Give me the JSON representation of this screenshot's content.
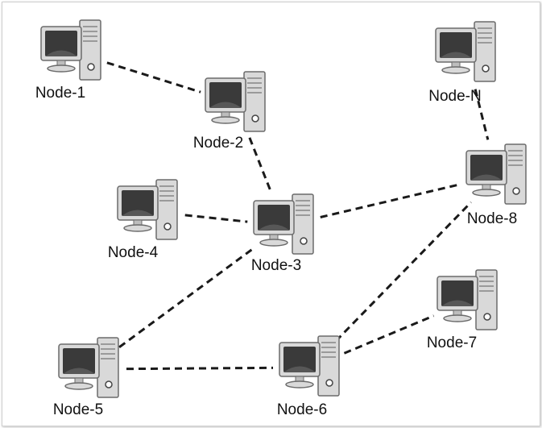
{
  "diagram": {
    "nodes": [
      {
        "id": "node-1",
        "label": "Node-1"
      },
      {
        "id": "node-2",
        "label": "Node-2"
      },
      {
        "id": "node-3",
        "label": "Node-3"
      },
      {
        "id": "node-4",
        "label": "Node-4"
      },
      {
        "id": "node-5",
        "label": "Node-5"
      },
      {
        "id": "node-6",
        "label": "Node-6"
      },
      {
        "id": "node-7",
        "label": "Node-7"
      },
      {
        "id": "node-8",
        "label": "Node-8"
      },
      {
        "id": "node-n",
        "label": "Node-N"
      }
    ],
    "links": [
      [
        "node-1",
        "node-2"
      ],
      [
        "node-2",
        "node-3"
      ],
      [
        "node-4",
        "node-3"
      ],
      [
        "node-3",
        "node-8"
      ],
      [
        "node-n",
        "node-8"
      ],
      [
        "node-5",
        "node-3"
      ],
      [
        "node-5",
        "node-6"
      ],
      [
        "node-6",
        "node-8"
      ],
      [
        "node-6",
        "node-7"
      ]
    ],
    "colors": {
      "line": "#1a1a1a",
      "screen": "#3a3a3a",
      "case": "#d9d9d9",
      "outline": "#6b6b6b"
    }
  }
}
